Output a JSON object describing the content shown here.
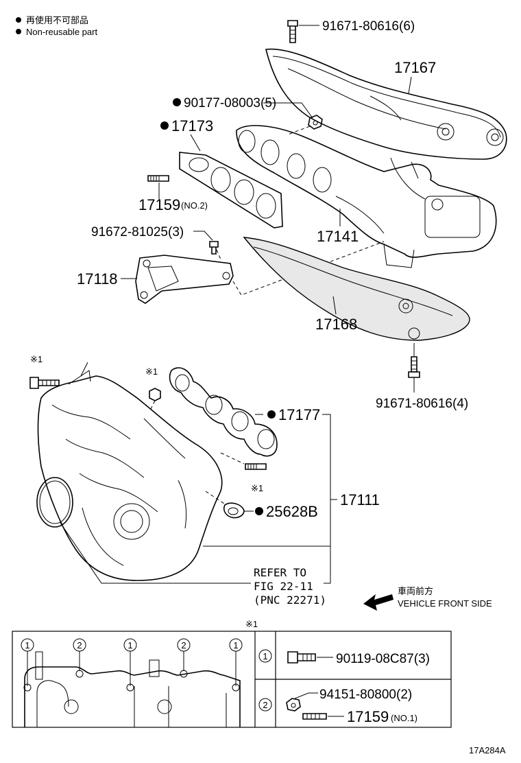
{
  "legend": {
    "non_reusable_jp": "再使用不可部品",
    "non_reusable_en": "Non-reusable part"
  },
  "parts": {
    "p91671_80616_6": "91671-80616(6)",
    "p17167": "17167",
    "p90177_08003": "90177-08003(5)",
    "p17173": "17173",
    "p17159": "17159",
    "p17159_note": "(NO.2)",
    "p91672_81025": "91672-81025(3)",
    "p17141": "17141",
    "p17118": "17118",
    "p17168": "17168",
    "p91671_80616_4": "91671-80616(4)",
    "p17177": "17177",
    "p17111": "17111",
    "p25628B": "25628B"
  },
  "callouts": {
    "note_mark": "※1"
  },
  "refer": {
    "line1": "REFER TO",
    "line2": "FIG 22-11",
    "line3": "(PNC 22271)"
  },
  "direction": {
    "jp": "車両前方",
    "en": "VEHICLE FRONT SIDE"
  },
  "table": {
    "header_mark": "※1",
    "row1_num": "1",
    "row1_part": "90119-08C87(3)",
    "row2_num": "2",
    "row2_part_a": "94151-80800(2)",
    "row2_part_b": "17159",
    "row2_part_b_note": "(NO.1)"
  },
  "inset_callouts": [
    "1",
    "2",
    "1",
    "2",
    "1"
  ],
  "figure_id": "17A284A"
}
